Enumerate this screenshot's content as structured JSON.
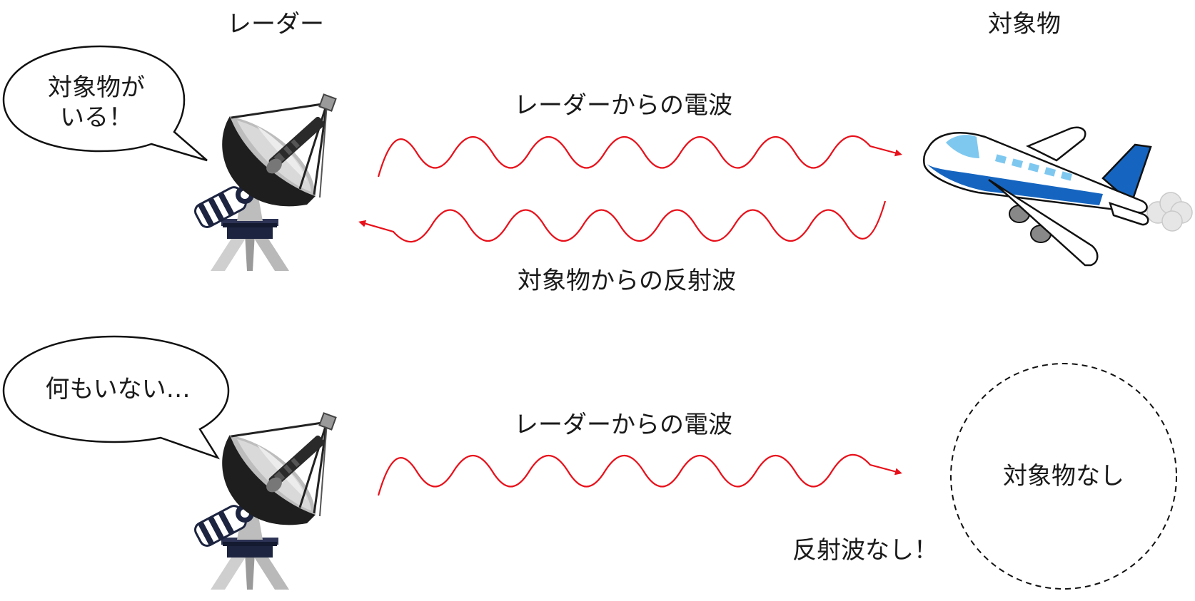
{
  "headers": {
    "radar": "レーダー",
    "target": "対象物"
  },
  "top_scene": {
    "bubble_line1": "対象物が",
    "bubble_line2": "いる！",
    "outgoing_label": "レーダーからの電波",
    "reflected_label": "対象物からの反射波"
  },
  "bottom_scene": {
    "bubble_text": "何もいない…",
    "outgoing_label": "レーダーからの電波",
    "no_target_label": "対象物なし",
    "no_reflection_label": "反射波なし！"
  },
  "colors": {
    "wave": "#e8101a",
    "airplane_blue": "#1565c0",
    "airplane_light_blue": "#7ec8f0",
    "radar_dish_dark": "#2b2b2b",
    "radar_dish_light": "#cfcfcf",
    "radar_base": "#1c2440"
  },
  "icons": {
    "radar": "radar-dish-icon",
    "airplane": "airplane-icon",
    "no_target": "dashed-circle-icon"
  }
}
